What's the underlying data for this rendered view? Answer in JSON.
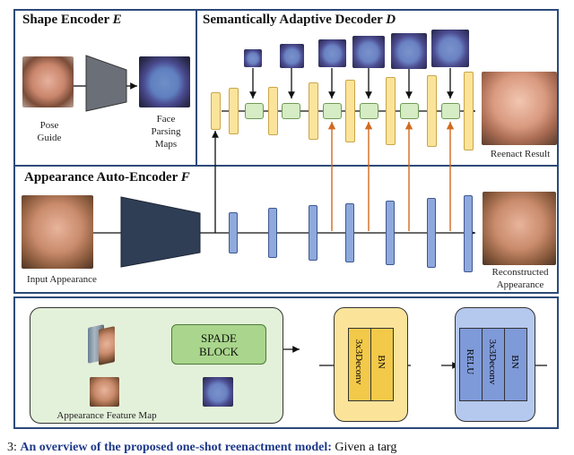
{
  "shape_encoder": {
    "title": "Shape Encoder",
    "symbol": "E",
    "pose_label": "Pose\nGuide",
    "parse_label": "Face\nParsing\nMaps"
  },
  "decoder": {
    "title": "Semantically Adaptive Decoder",
    "symbol": "D",
    "result_label": "Reenact Result"
  },
  "appearance": {
    "title": "Appearance Auto-Encoder",
    "symbol": "F",
    "input_label": "Input Appearance",
    "recon_label": "Reconstructed\nAppearance"
  },
  "detail": {
    "spade_label": "SPADE\nBLOCK",
    "feature_map_label": "Appearance Feature Map",
    "deconv_label": "3x3Deconv",
    "bn_label": "BN",
    "relu_label": "RELU"
  },
  "caption": {
    "prefix": "3: ",
    "bold": "An overview of the proposed one-shot reenactment model:",
    "rest": " Given a targ"
  },
  "colors": {
    "frame": "#2d4a78",
    "yellow": "#fbe49a",
    "green": "#d6ecc4",
    "blue": "#8fa9dd",
    "orange": "#d2691e",
    "encoder": "#2f3e55"
  }
}
